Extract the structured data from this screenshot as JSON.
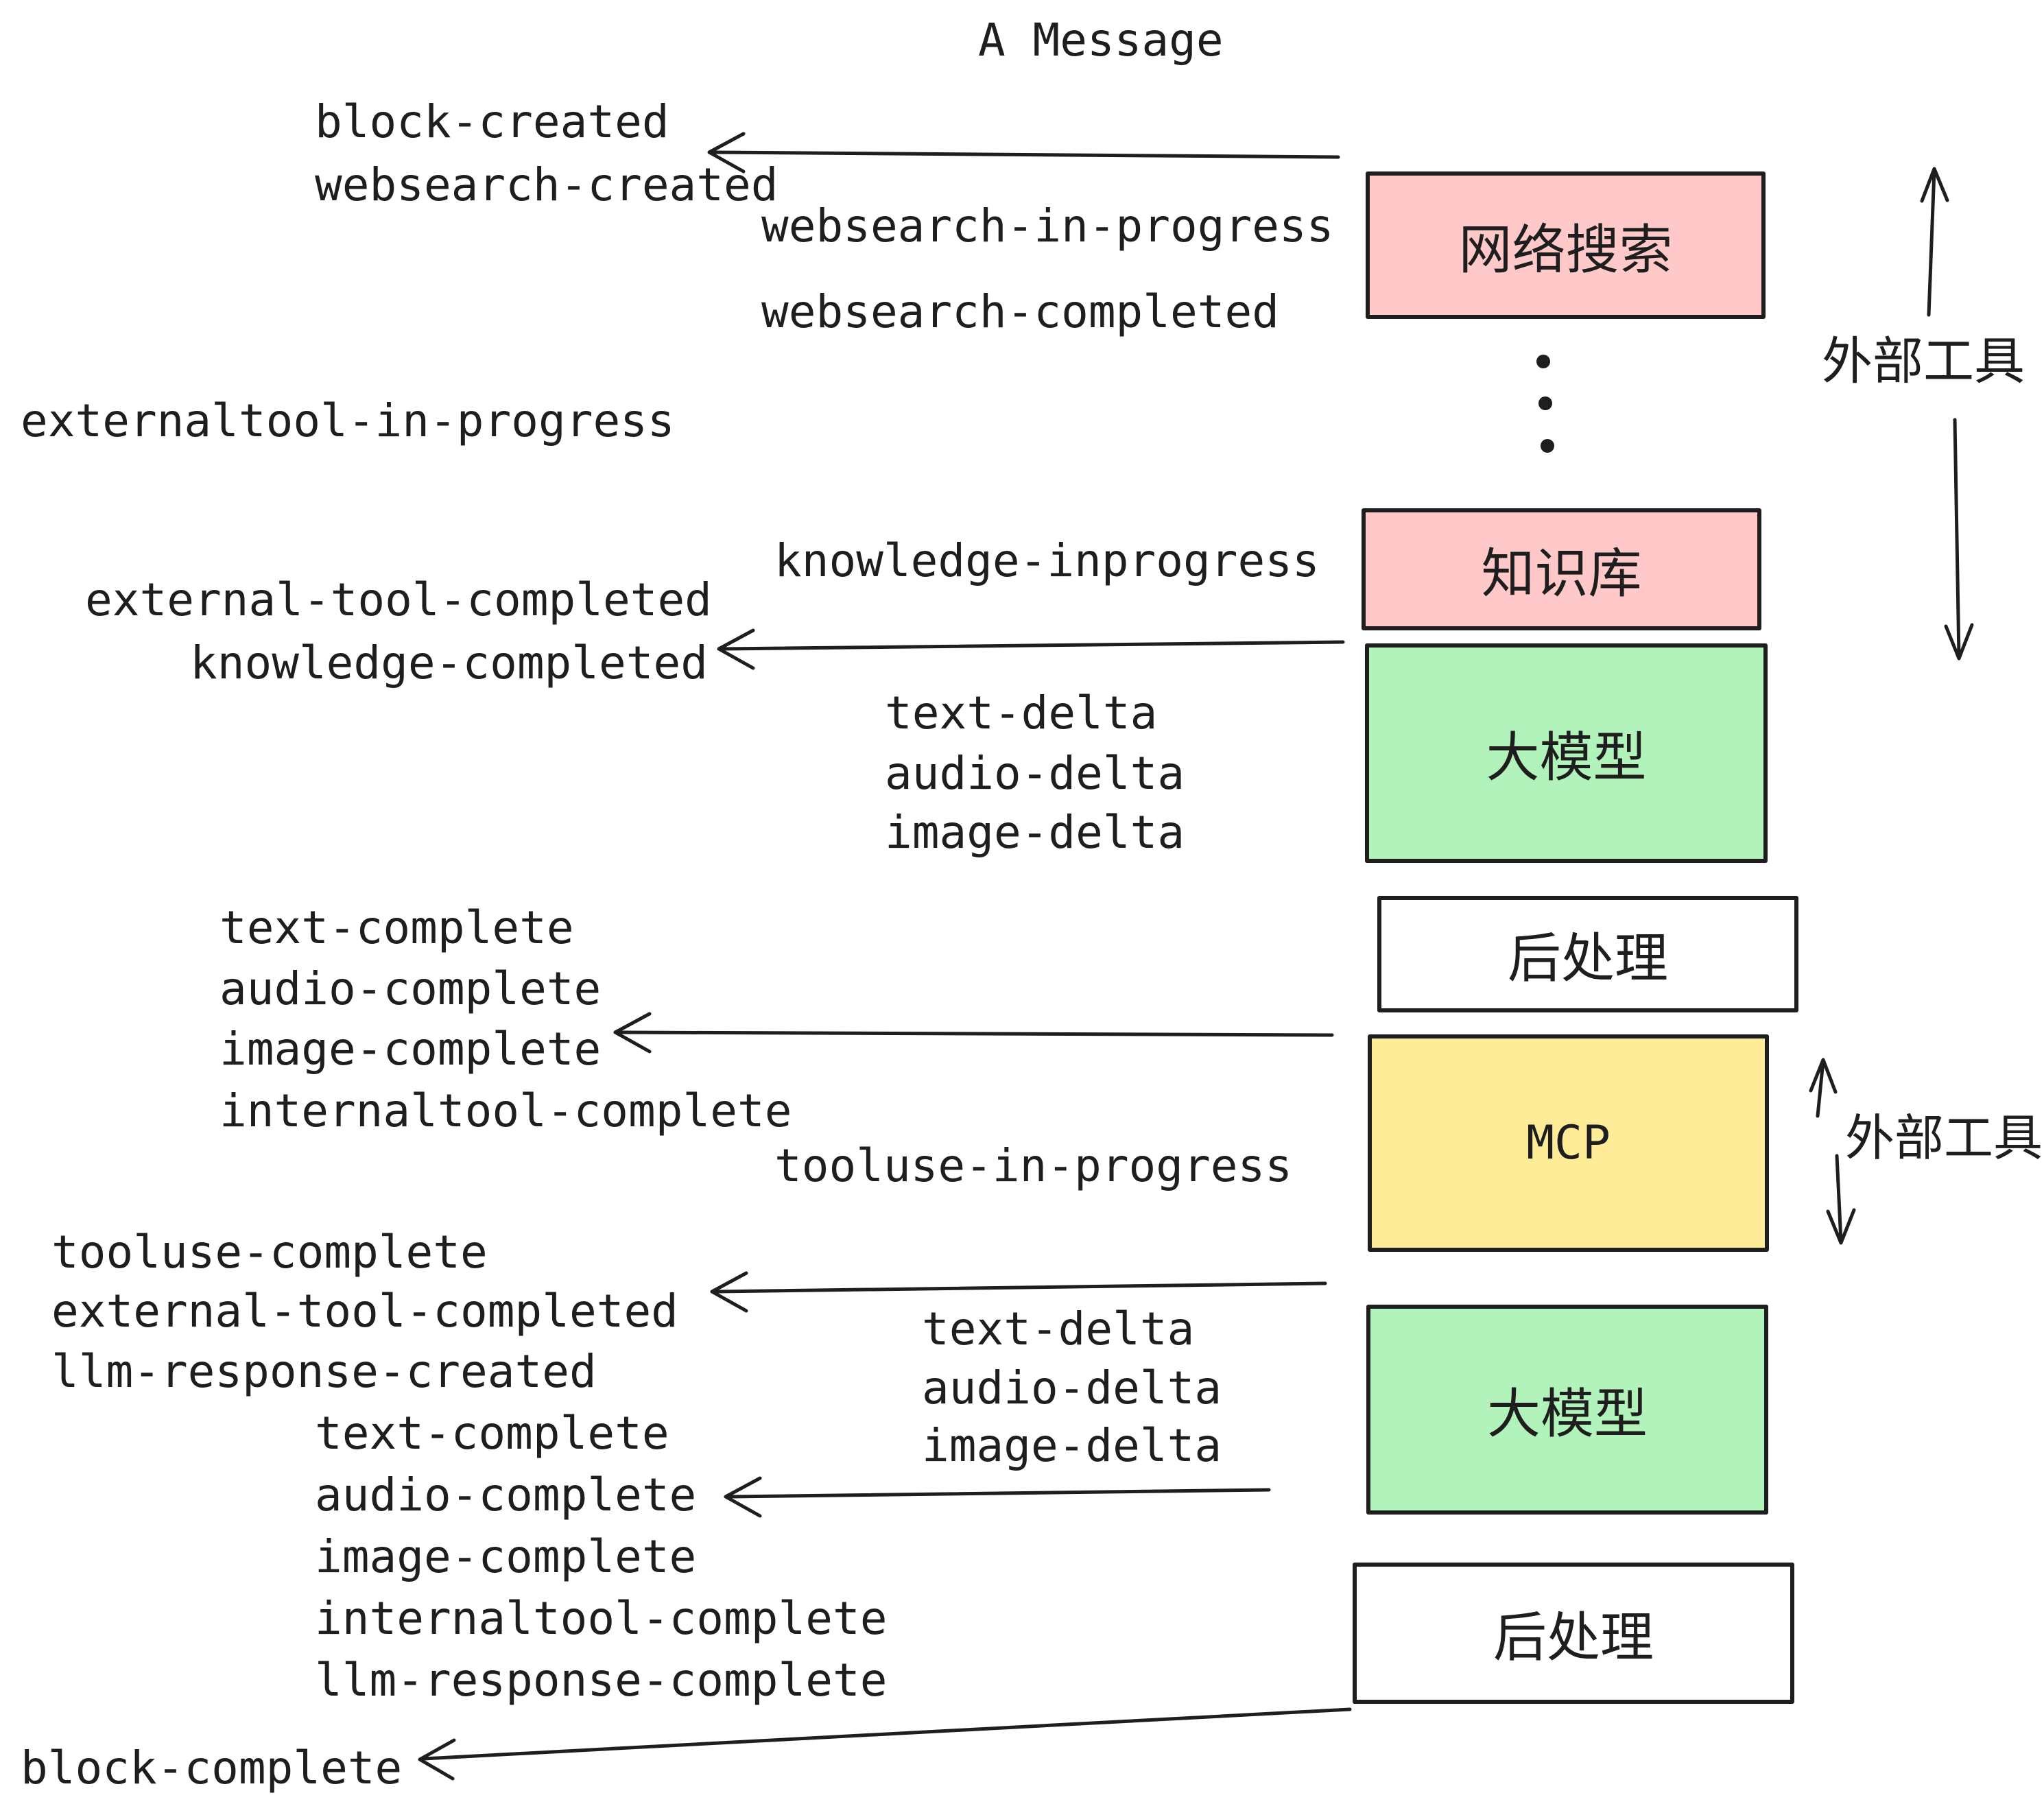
{
  "title": "A Message",
  "colors": {
    "stroke": "#1e1e1e",
    "pink": "#ffc9c9",
    "green": "#b2f2bb",
    "yellow": "#ffec99",
    "white": "#ffffff",
    "background": "#ffffff"
  },
  "boxes": {
    "websearch": {
      "label": "网络搜索",
      "fill": "#ffc9c9"
    },
    "knowledge": {
      "label": "知识库",
      "fill": "#ffc9c9"
    },
    "llm1": {
      "label": "大模型",
      "fill": "#b2f2bb"
    },
    "post1": {
      "label": "后处理",
      "fill": "#ffffff"
    },
    "mcp": {
      "label": "MCP",
      "fill": "#ffec99"
    },
    "llm2": {
      "label": "大模型",
      "fill": "#b2f2bb"
    },
    "post2": {
      "label": "后处理",
      "fill": "#ffffff"
    }
  },
  "side_labels": {
    "external_tools_top": "外部工具",
    "external_tools_mcp": "外部工具"
  },
  "events": {
    "block_created": "block-created",
    "websearch_created": "websearch-created",
    "websearch_in_progress": "websearch-in-progress",
    "websearch_completed": "websearch-completed",
    "externaltool_in_progress": "externaltool-in-progress",
    "knowledge_inprogress": "knowledge-inprogress",
    "external_tool_completed_1": "external-tool-completed",
    "knowledge_completed": "knowledge-completed",
    "text_delta_1": "text-delta",
    "audio_delta_1": "audio-delta",
    "image_delta_1": "image-delta",
    "text_complete_1": "text-complete",
    "audio_complete_1": "audio-complete",
    "image_complete_1": "image-complete",
    "internaltool_complete_1": "internaltool-complete",
    "tooluse_in_progress": "tooluse-in-progress",
    "tooluse_complete": "tooluse-complete",
    "external_tool_completed_2": "external-tool-completed",
    "llm_response_created": "llm-response-created",
    "text_complete_2": "text-complete",
    "audio_complete_2": "audio-complete",
    "text_delta_2": "text-delta",
    "audio_delta_2": "audio-delta",
    "image_delta_2": "image-delta",
    "image_complete_2": "image-complete",
    "internaltool_complete_2": "internaltool-complete",
    "llm_response_complete": "llm-response-complete",
    "block_complete": "block-complete"
  }
}
